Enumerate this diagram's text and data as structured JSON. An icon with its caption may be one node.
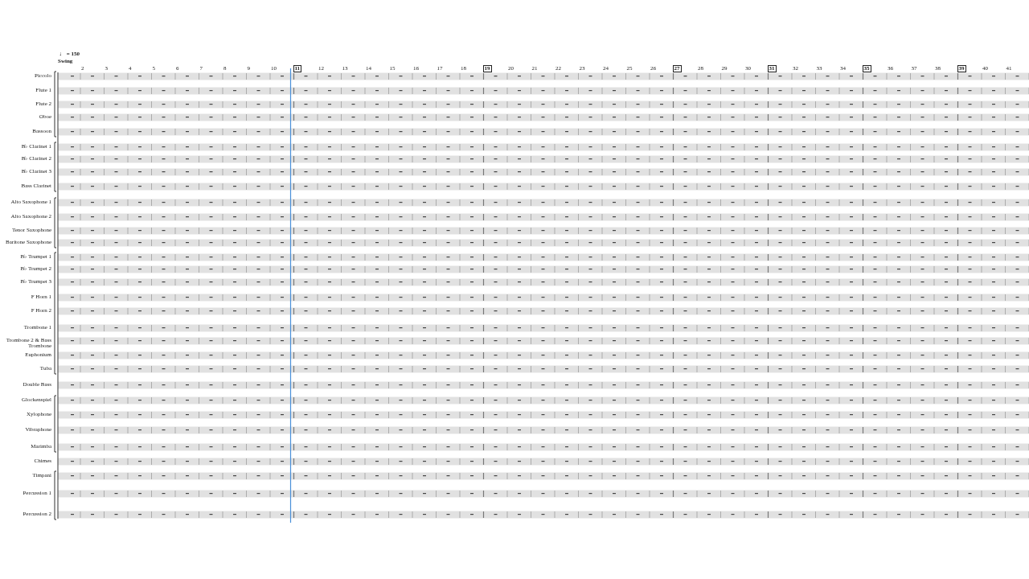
{
  "diagram": {
    "labels": [
      "♩ = 150",
      "Swing",
      "2",
      "3",
      "4",
      "5",
      "6",
      "7",
      "8",
      "9",
      "10",
      "11",
      "12",
      "13",
      "14",
      "15",
      "16",
      "17",
      "18",
      "19",
      "20",
      "21",
      "22",
      "23",
      "24",
      "25",
      "26",
      "27",
      "28",
      "29",
      "30",
      "31",
      "32",
      "33",
      "34",
      "35",
      "36",
      "37",
      "38",
      "39",
      "40",
      "41",
      "Piccolo",
      "Flute 1",
      "Flute 2",
      "Oboe",
      "Bassoon",
      "B♭ Clarinet 1",
      "B♭ Clarinet 2",
      "B♭ Clarinet 3",
      "Bass Clarinet",
      "Alto Saxophone 1",
      "Alto Saxophone 2",
      "Tenor Saxophone",
      "Baritone Saxophone",
      "B♭ Trumpet 1",
      "B♭ Trumpet 2",
      "B♭ Trumpet 3",
      "F Horn 1",
      "F Horn 2",
      "Trombone 1",
      "Trombone 2 & Bass Trombone",
      "Euphonium",
      "Tuba",
      "Double Bass",
      "Glockenspiel",
      "Xylophone",
      "Vibraphone",
      "Marimba",
      "Chimes",
      "Timpani",
      "Percussion 1",
      "Percussion 2"
    ]
  }
}
